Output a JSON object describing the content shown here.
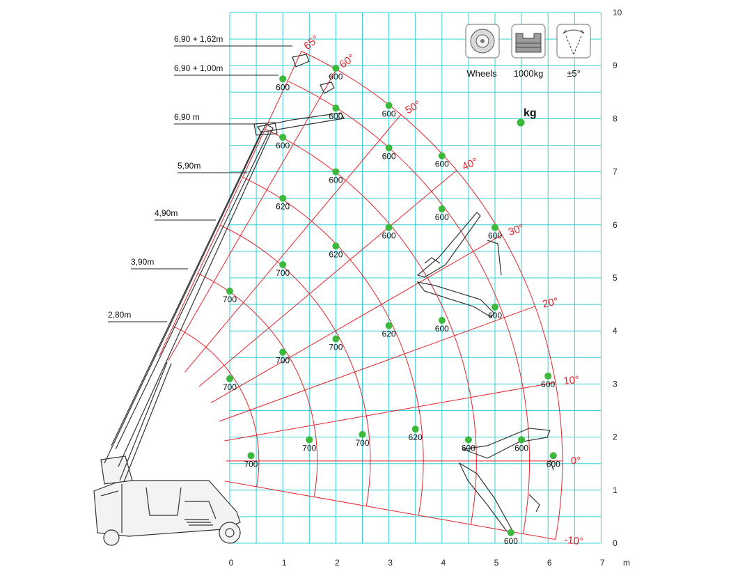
{
  "chart_data": {
    "type": "scatter",
    "x_unit": "m",
    "xlim": [
      0,
      7
    ],
    "ylim": [
      0,
      10
    ],
    "x_ticks": [
      0,
      1,
      2,
      3,
      4,
      5,
      6,
      7
    ],
    "y_ticks": [
      0,
      1,
      2,
      3,
      4,
      5,
      6,
      7,
      8,
      9,
      10
    ],
    "grid": true,
    "boom_lengths": [
      "6,90 + 1,62m",
      "6,90 + 1,00m",
      "6,90 m",
      "5,90m",
      "4,90m",
      "3,90m",
      "2,80m"
    ],
    "boom_length_values": [
      8.52,
      7.9,
      6.9,
      5.9,
      4.9,
      3.9,
      2.8
    ],
    "angles": [
      "65°",
      "60°",
      "50°",
      "40°",
      "30°",
      "20°",
      "10°",
      "0°",
      "-10°"
    ],
    "angle_values": [
      65,
      60,
      50,
      40,
      30,
      20,
      10,
      0,
      -10
    ],
    "pivot": [
      -2.25,
      1.55
    ],
    "points": [
      {
        "x": 1.0,
        "y": 8.75,
        "label": "600"
      },
      {
        "x": 2.0,
        "y": 8.95,
        "label": "600"
      },
      {
        "x": 2.0,
        "y": 8.2,
        "label": "600"
      },
      {
        "x": 3.0,
        "y": 8.25,
        "label": "600"
      },
      {
        "x": 1.0,
        "y": 7.65,
        "label": "600"
      },
      {
        "x": 3.0,
        "y": 7.45,
        "label": "600"
      },
      {
        "x": 4.0,
        "y": 7.3,
        "label": "600"
      },
      {
        "x": 2.0,
        "y": 7.0,
        "label": "600"
      },
      {
        "x": 1.0,
        "y": 6.5,
        "label": "620"
      },
      {
        "x": 4.0,
        "y": 6.3,
        "label": "600"
      },
      {
        "x": 3.0,
        "y": 5.95,
        "label": "600"
      },
      {
        "x": 5.0,
        "y": 5.95,
        "label": "600"
      },
      {
        "x": 2.0,
        "y": 5.6,
        "label": "620"
      },
      {
        "x": 1.0,
        "y": 5.25,
        "label": "700"
      },
      {
        "x": 0.0,
        "y": 4.75,
        "label": "700"
      },
      {
        "x": 5.0,
        "y": 4.45,
        "label": "600"
      },
      {
        "x": 4.0,
        "y": 4.2,
        "label": "600"
      },
      {
        "x": 3.0,
        "y": 4.1,
        "label": "620"
      },
      {
        "x": 2.0,
        "y": 3.85,
        "label": "700"
      },
      {
        "x": 1.0,
        "y": 3.6,
        "label": "700"
      },
      {
        "x": 0.0,
        "y": 3.1,
        "label": "700"
      },
      {
        "x": 6.0,
        "y": 3.15,
        "label": "600"
      },
      {
        "x": 5.5,
        "y": 1.95,
        "label": "600"
      },
      {
        "x": 3.5,
        "y": 2.15,
        "label": "620"
      },
      {
        "x": 2.5,
        "y": 2.05,
        "label": "700"
      },
      {
        "x": 1.5,
        "y": 1.95,
        "label": "700"
      },
      {
        "x": 4.5,
        "y": 1.95,
        "label": "600"
      },
      {
        "x": 0.4,
        "y": 1.65,
        "label": "700"
      },
      {
        "x": 6.1,
        "y": 1.65,
        "label": "600"
      },
      {
        "x": 5.3,
        "y": 0.2,
        "label": "600"
      }
    ],
    "legend_marker_label": "kg",
    "icons": [
      {
        "name": "wheels-icon",
        "caption": "Wheels"
      },
      {
        "name": "outriggers-icon",
        "caption": "1000kg"
      },
      {
        "name": "tilt-icon",
        "caption": "±5°"
      }
    ]
  },
  "colors": {
    "grid": "#36d0d6",
    "curves": "#e8232b",
    "points": "#3cb83c",
    "text": "#111111"
  }
}
